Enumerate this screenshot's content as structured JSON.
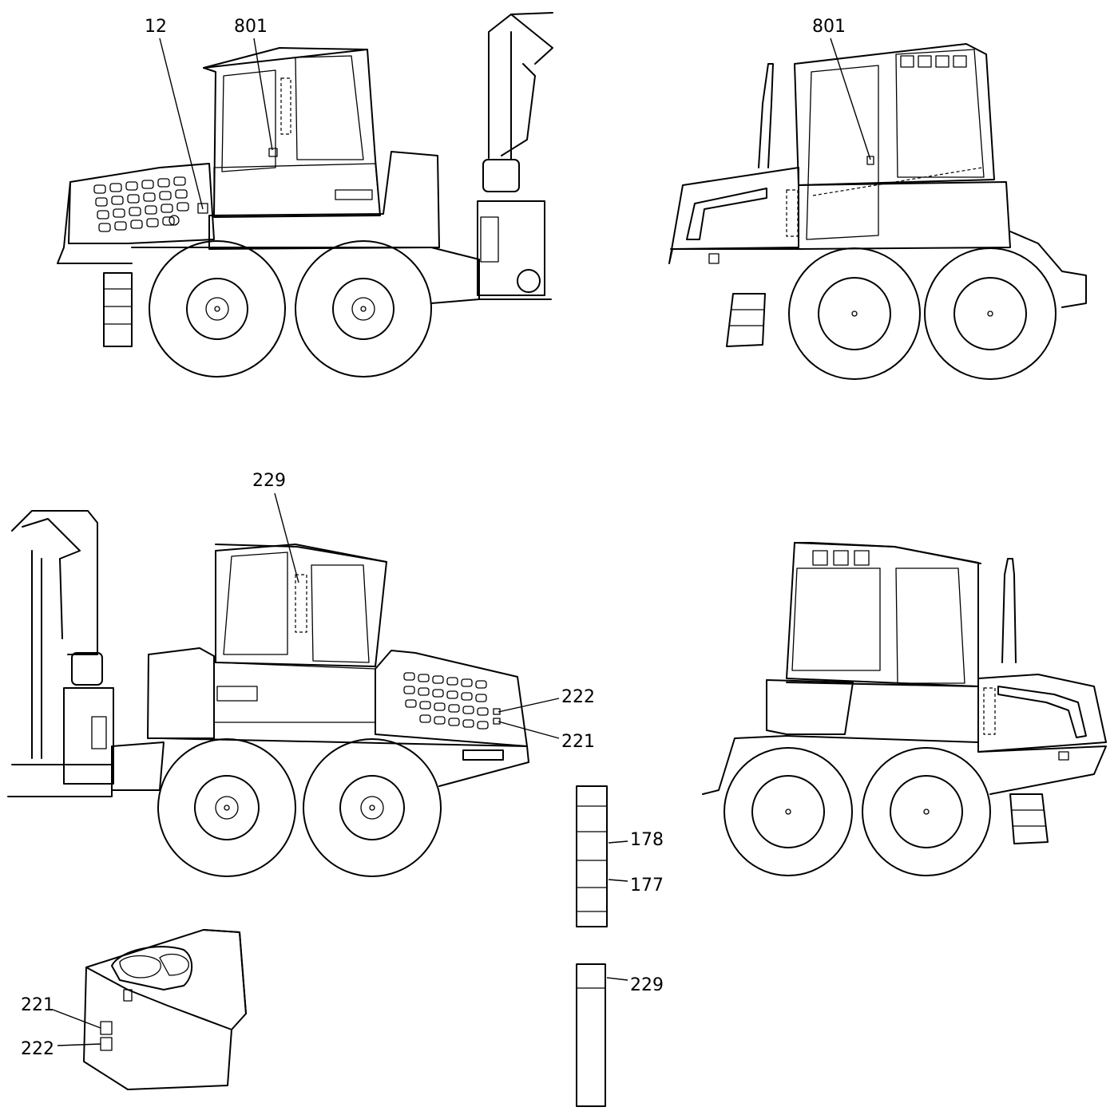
{
  "callouts": {
    "top_left_12": "12",
    "top_left_801": "801",
    "top_right_801": "801",
    "mid_left_229": "229",
    "mid_left_222": "222",
    "mid_left_221": "221",
    "strip_178": "178",
    "strip_177": "177",
    "strip_229": "229",
    "detail_221": "221",
    "detail_222": "222"
  }
}
